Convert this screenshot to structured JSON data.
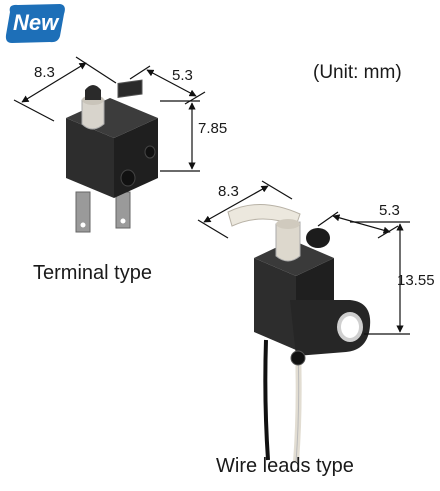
{
  "badge": {
    "text": "New",
    "color": "#1d6fb8"
  },
  "unit_label": "(Unit: mm)",
  "terminal_type": {
    "caption": "Terminal type",
    "dimensions": {
      "width": "8.3",
      "depth": "5.3",
      "height": "7.85"
    }
  },
  "wire_leads_type": {
    "caption": "Wire leads type",
    "dimensions": {
      "width": "8.3",
      "depth": "5.3",
      "height": "13.55"
    }
  },
  "colors": {
    "switch_body": "#2b2b2b",
    "actuator_cap": "#d8d4cc",
    "terminal": "#9a9a9a"
  }
}
